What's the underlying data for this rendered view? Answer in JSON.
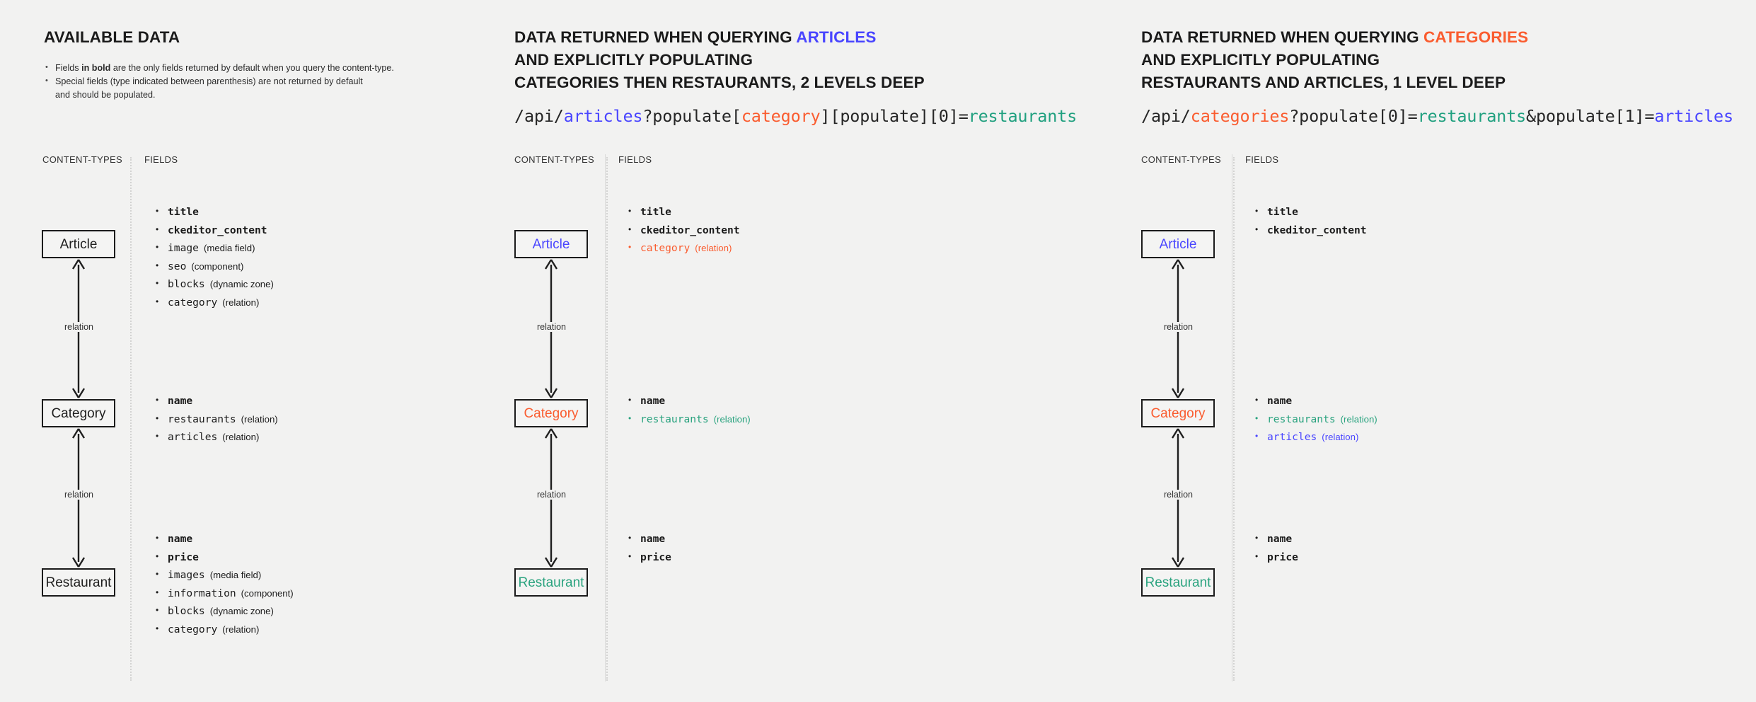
{
  "colors": {
    "background": "#f2f2f1",
    "text": "#1b1b1b",
    "articles_blue": "#4945ff",
    "categories_red": "#fa5c2f",
    "restaurants_teal": "#2aa37f",
    "divider": "#d9d9d8"
  },
  "column_labels": {
    "content_types": "CONTENT-TYPES",
    "fields": "FIELDS"
  },
  "panels": [
    {
      "id": "available-data",
      "heading_lines": [
        [
          {
            "text": "AVAILABLE DATA",
            "color": "plain"
          }
        ]
      ],
      "notes": [
        "Fields |in bold| are the only fields returned by default when you query the content-type.",
        "Special fields (type indicated between parenthesis) are not returned by default\nand should be populated."
      ],
      "api_url": null,
      "nodes": [
        {
          "name": "Article",
          "color": "black",
          "fields": [
            {
              "name": "title",
              "type": "",
              "bold": true,
              "color": "black"
            },
            {
              "name": "ckeditor_content",
              "type": "",
              "bold": true,
              "color": "black"
            },
            {
              "name": "image",
              "type": "(media field)",
              "bold": false,
              "color": "black"
            },
            {
              "name": "seo",
              "type": "(component)",
              "bold": false,
              "color": "black"
            },
            {
              "name": "blocks",
              "type": "(dynamic zone)",
              "bold": false,
              "color": "black"
            },
            {
              "name": "category",
              "type": "(relation)",
              "bold": false,
              "color": "black"
            }
          ]
        },
        {
          "name": "Category",
          "color": "black",
          "fields": [
            {
              "name": "name",
              "type": "",
              "bold": true,
              "color": "black"
            },
            {
              "name": "restaurants",
              "type": "(relation)",
              "bold": false,
              "color": "black"
            },
            {
              "name": "articles",
              "type": "(relation)",
              "bold": false,
              "color": "black"
            }
          ]
        },
        {
          "name": "Restaurant",
          "color": "black",
          "fields": [
            {
              "name": "name",
              "type": "",
              "bold": true,
              "color": "black"
            },
            {
              "name": "price",
              "type": "",
              "bold": true,
              "color": "black"
            },
            {
              "name": "images",
              "type": "(media field)",
              "bold": false,
              "color": "black"
            },
            {
              "name": "information",
              "type": "(component)",
              "bold": false,
              "color": "black"
            },
            {
              "name": "blocks",
              "type": "(dynamic zone)",
              "bold": false,
              "color": "black"
            },
            {
              "name": "category",
              "type": "(relation)",
              "bold": false,
              "color": "black"
            }
          ]
        }
      ],
      "relation_labels": [
        "relation",
        "relation"
      ]
    },
    {
      "id": "query-articles",
      "heading_lines": [
        [
          {
            "text": "DATA RETURNED WHEN QUERYING ",
            "color": "plain"
          },
          {
            "text": "ARTICLES",
            "color": "articles"
          }
        ],
        [
          {
            "text": "AND EXPLICITLY POPULATING",
            "color": "plain"
          }
        ],
        [
          {
            "text": "CATEGORIES THEN RESTAURANTS, 2 LEVELS DEEP",
            "color": "plain"
          }
        ]
      ],
      "notes": [],
      "api_url": [
        {
          "text": "/api/",
          "color": "plain"
        },
        {
          "text": "articles",
          "color": "articles"
        },
        {
          "text": "?populate[",
          "color": "plain"
        },
        {
          "text": "category",
          "color": "categories"
        },
        {
          "text": "][populate][0]=",
          "color": "plain"
        },
        {
          "text": "restaurants",
          "color": "restaurants"
        }
      ],
      "nodes": [
        {
          "name": "Article",
          "color": "blue",
          "fields": [
            {
              "name": "title",
              "type": "",
              "bold": true,
              "color": "black"
            },
            {
              "name": "ckeditor_content",
              "type": "",
              "bold": true,
              "color": "black"
            },
            {
              "name": "category",
              "type": "(relation)",
              "bold": false,
              "color": "red"
            }
          ]
        },
        {
          "name": "Category",
          "color": "red",
          "fields": [
            {
              "name": "name",
              "type": "",
              "bold": true,
              "color": "black"
            },
            {
              "name": "restaurants",
              "type": "(relation)",
              "bold": false,
              "color": "teal"
            }
          ]
        },
        {
          "name": "Restaurant",
          "color": "teal",
          "fields": [
            {
              "name": "name",
              "type": "",
              "bold": true,
              "color": "black"
            },
            {
              "name": "price",
              "type": "",
              "bold": true,
              "color": "black"
            }
          ]
        }
      ],
      "relation_labels": [
        "relation",
        "relation"
      ]
    },
    {
      "id": "query-categories",
      "heading_lines": [
        [
          {
            "text": "DATA RETURNED WHEN QUERYING ",
            "color": "plain"
          },
          {
            "text": "CATEGORIES",
            "color": "categories"
          }
        ],
        [
          {
            "text": "AND EXPLICITLY POPULATING",
            "color": "plain"
          }
        ],
        [
          {
            "text": "RESTAURANTS AND ARTICLES, 1 LEVEL DEEP",
            "color": "plain"
          }
        ]
      ],
      "notes": [],
      "api_url": [
        {
          "text": "/api/",
          "color": "plain"
        },
        {
          "text": "categories",
          "color": "categories"
        },
        {
          "text": "?populate[0]=",
          "color": "plain"
        },
        {
          "text": "restaurants",
          "color": "restaurants"
        },
        {
          "text": "&populate[1]=",
          "color": "plain"
        },
        {
          "text": "articles",
          "color": "articles"
        }
      ],
      "nodes": [
        {
          "name": "Article",
          "color": "blue",
          "fields": [
            {
              "name": "title",
              "type": "",
              "bold": true,
              "color": "black"
            },
            {
              "name": "ckeditor_content",
              "type": "",
              "bold": true,
              "color": "black"
            }
          ]
        },
        {
          "name": "Category",
          "color": "red",
          "fields": [
            {
              "name": "name",
              "type": "",
              "bold": true,
              "color": "black"
            },
            {
              "name": "restaurants",
              "type": "(relation)",
              "bold": false,
              "color": "teal"
            },
            {
              "name": "articles",
              "type": "(relation)",
              "bold": false,
              "color": "blue"
            }
          ]
        },
        {
          "name": "Restaurant",
          "color": "teal",
          "fields": [
            {
              "name": "name",
              "type": "",
              "bold": true,
              "color": "black"
            },
            {
              "name": "price",
              "type": "",
              "bold": true,
              "color": "black"
            }
          ]
        }
      ],
      "relation_labels": [
        "relation",
        "relation"
      ]
    }
  ]
}
